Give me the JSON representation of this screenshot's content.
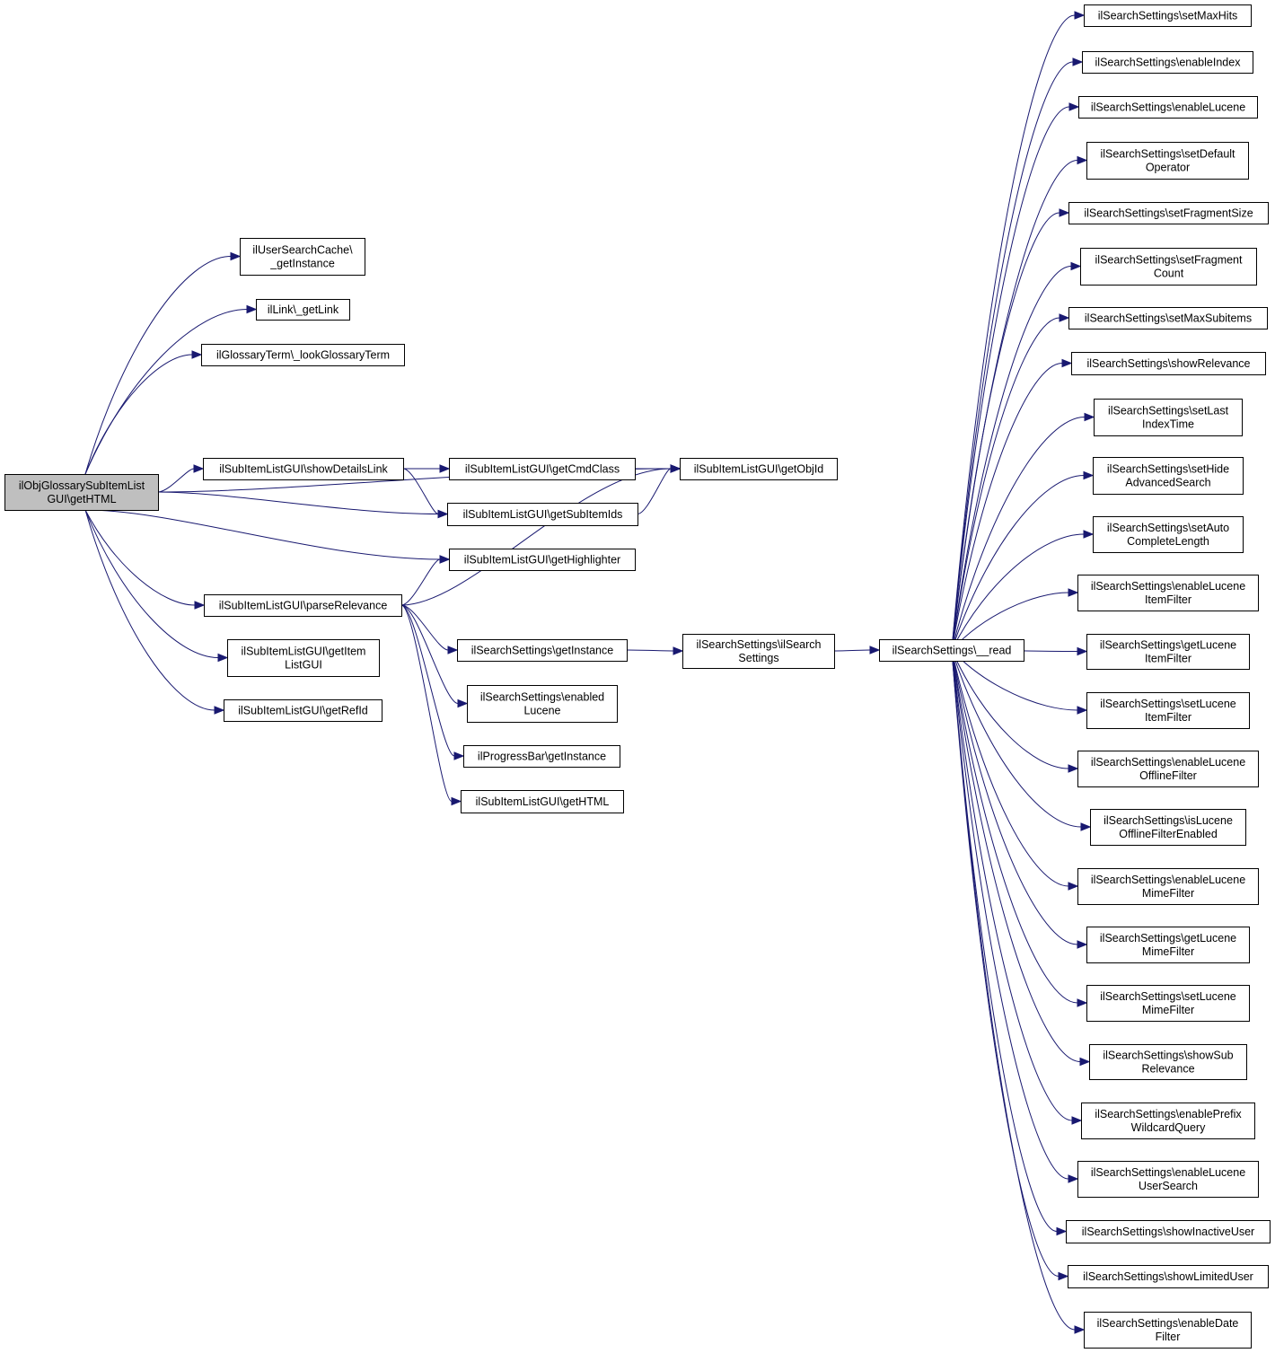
{
  "diagram": {
    "type": "call-graph",
    "colors": {
      "edge": "#191970",
      "node_border": "#000000",
      "root_fill": "#bfbfbf",
      "node_fill": "#ffffff"
    },
    "nodes": {
      "root": [
        "ilObjGlossarySubItemList",
        "GUI\\getHTML"
      ],
      "usc": [
        "ilUserSearchCache\\",
        "_getInstance"
      ],
      "link": [
        "ilLink\\_getLink"
      ],
      "gterm": [
        "ilGlossaryTerm\\_lookGlossaryTerm"
      ],
      "showdet": [
        "ilSubItemListGUI\\showDetailsLink"
      ],
      "cmdclass": [
        "ilSubItemListGUI\\getCmdClass"
      ],
      "objid": [
        "ilSubItemListGUI\\getObjId"
      ],
      "subids": [
        "ilSubItemListGUI\\getSubItemIds"
      ],
      "highl": [
        "ilSubItemListGUI\\getHighlighter"
      ],
      "parserel": [
        "ilSubItemListGUI\\parseRelevance"
      ],
      "itemlist": [
        "ilSubItemListGUI\\getItem",
        "ListGUI"
      ],
      "refid": [
        "ilSubItemListGUI\\getRefId"
      ],
      "ssinst": [
        "ilSearchSettings\\getInstance"
      ],
      "enluc": [
        "ilSearchSettings\\enabled",
        "Lucene"
      ],
      "pbar": [
        "ilProgressBar\\getInstance"
      ],
      "subhtml": [
        "ilSubItemListGUI\\getHTML"
      ],
      "ssctor": [
        "ilSearchSettings\\ilSearch",
        "Settings"
      ],
      "read": [
        "ilSearchSettings\\__read"
      ],
      "r1": [
        "ilSearchSettings\\setMaxHits"
      ],
      "r2": [
        "ilSearchSettings\\enableIndex"
      ],
      "r3": [
        "ilSearchSettings\\enableLucene"
      ],
      "r4": [
        "ilSearchSettings\\setDefault",
        "Operator"
      ],
      "r5": [
        "ilSearchSettings\\setFragmentSize"
      ],
      "r6": [
        "ilSearchSettings\\setFragment",
        "Count"
      ],
      "r7": [
        "ilSearchSettings\\setMaxSubitems"
      ],
      "r8": [
        "ilSearchSettings\\showRelevance"
      ],
      "r9": [
        "ilSearchSettings\\setLast",
        "IndexTime"
      ],
      "r10": [
        "ilSearchSettings\\setHide",
        "AdvancedSearch"
      ],
      "r11": [
        "ilSearchSettings\\setAuto",
        "CompleteLength"
      ],
      "r12": [
        "ilSearchSettings\\enableLucene",
        "ItemFilter"
      ],
      "r13": [
        "ilSearchSettings\\getLucene",
        "ItemFilter"
      ],
      "r14": [
        "ilSearchSettings\\setLucene",
        "ItemFilter"
      ],
      "r15": [
        "ilSearchSettings\\enableLucene",
        "OfflineFilter"
      ],
      "r16": [
        "ilSearchSettings\\isLucene",
        "OfflineFilterEnabled"
      ],
      "r17": [
        "ilSearchSettings\\enableLucene",
        "MimeFilter"
      ],
      "r18": [
        "ilSearchSettings\\getLucene",
        "MimeFilter"
      ],
      "r19": [
        "ilSearchSettings\\setLucene",
        "MimeFilter"
      ],
      "r20": [
        "ilSearchSettings\\showSub",
        "Relevance"
      ],
      "r21": [
        "ilSearchSettings\\enablePrefix",
        "WildcardQuery"
      ],
      "r22": [
        "ilSearchSettings\\enableLucene",
        "UserSearch"
      ],
      "r23": [
        "ilSearchSettings\\showInactiveUser"
      ],
      "r24": [
        "ilSearchSettings\\showLimitedUser"
      ],
      "r25": [
        "ilSearchSettings\\enableDate",
        "Filter"
      ]
    },
    "edges": [
      [
        "root",
        "usc"
      ],
      [
        "root",
        "link"
      ],
      [
        "root",
        "gterm"
      ],
      [
        "root",
        "showdet"
      ],
      [
        "root",
        "objid"
      ],
      [
        "root",
        "subids"
      ],
      [
        "root",
        "highl"
      ],
      [
        "root",
        "parserel"
      ],
      [
        "root",
        "itemlist"
      ],
      [
        "root",
        "refid"
      ],
      [
        "showdet",
        "cmdclass"
      ],
      [
        "showdet",
        "objid"
      ],
      [
        "showdet",
        "subids"
      ],
      [
        "subids",
        "objid"
      ],
      [
        "parserel",
        "highl"
      ],
      [
        "parserel",
        "objid"
      ],
      [
        "parserel",
        "ssinst"
      ],
      [
        "parserel",
        "enluc"
      ],
      [
        "parserel",
        "pbar"
      ],
      [
        "parserel",
        "subhtml"
      ],
      [
        "ssinst",
        "ssctor"
      ],
      [
        "ssctor",
        "read"
      ],
      [
        "read",
        "r1"
      ],
      [
        "read",
        "r2"
      ],
      [
        "read",
        "r3"
      ],
      [
        "read",
        "r4"
      ],
      [
        "read",
        "r5"
      ],
      [
        "read",
        "r6"
      ],
      [
        "read",
        "r7"
      ],
      [
        "read",
        "r8"
      ],
      [
        "read",
        "r9"
      ],
      [
        "read",
        "r10"
      ],
      [
        "read",
        "r11"
      ],
      [
        "read",
        "r12"
      ],
      [
        "read",
        "r13"
      ],
      [
        "read",
        "r14"
      ],
      [
        "read",
        "r15"
      ],
      [
        "read",
        "r16"
      ],
      [
        "read",
        "r17"
      ],
      [
        "read",
        "r18"
      ],
      [
        "read",
        "r19"
      ],
      [
        "read",
        "r20"
      ],
      [
        "read",
        "r21"
      ],
      [
        "read",
        "r22"
      ],
      [
        "read",
        "r23"
      ],
      [
        "read",
        "r24"
      ],
      [
        "read",
        "r25"
      ]
    ]
  }
}
